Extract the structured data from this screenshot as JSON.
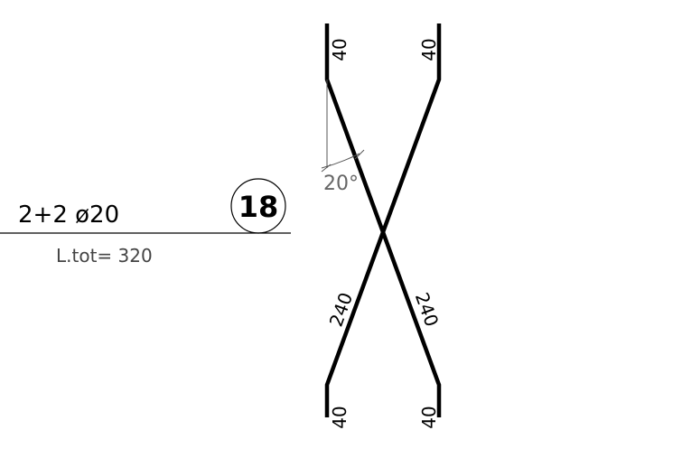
{
  "label": {
    "quantity": "2+2 ø20",
    "total_length": "L.tot= 320",
    "mark_number": "18"
  },
  "bar": {
    "segments": {
      "top_left": "40",
      "top_right": "40",
      "diag_left": "240",
      "diag_right": "240",
      "bottom_left": "40",
      "bottom_right": "40"
    },
    "angle": "20°"
  },
  "colors": {
    "line": "#000000",
    "dim_line": "#555555",
    "dim_text": "#666666",
    "background": "#ffffff"
  }
}
